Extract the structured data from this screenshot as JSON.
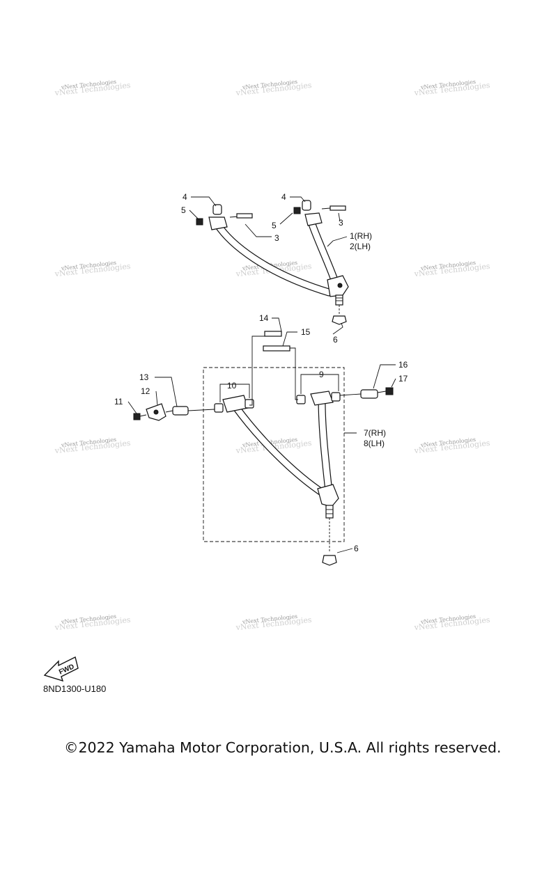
{
  "watermark": {
    "text": "vNext Technologies"
  },
  "callouts": {
    "c1": "1(RH)",
    "c2": "2(LH)",
    "c3": "3",
    "c4": "4",
    "c5": "5",
    "c6": "6",
    "c7": "7(RH)",
    "c8": "8(LH)",
    "c9": "9",
    "c10": "10",
    "c11": "11",
    "c12": "12",
    "c13": "13",
    "c14": "14",
    "c15": "15",
    "c16": "16",
    "c17": "17"
  },
  "fwd_label": "FWD",
  "diagram_code": "8ND1300-U180",
  "copyright": "©2022 Yamaha Motor Corporation, U.S.A. All rights reserved."
}
